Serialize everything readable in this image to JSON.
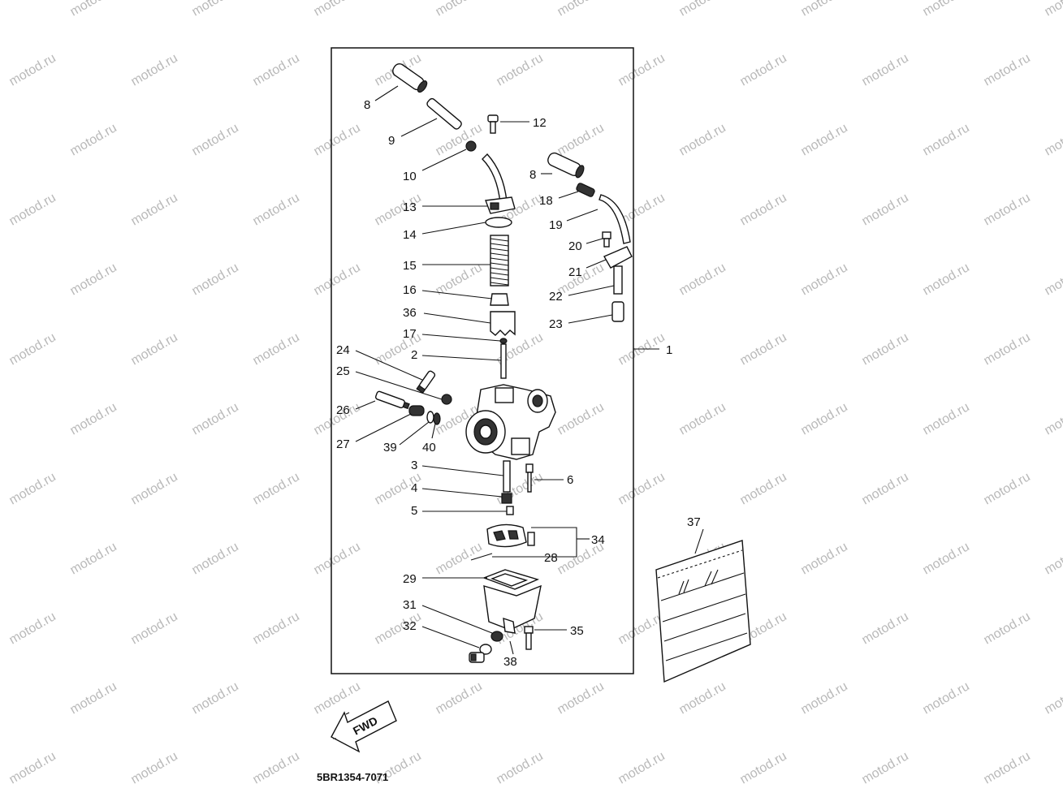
{
  "watermark": "motod.ru",
  "diagram_code": "5BR1354-7071",
  "direction_label": "FWD",
  "assembly_label": "1",
  "callouts": [
    {
      "id": "c8a",
      "label": "8"
    },
    {
      "id": "c9",
      "label": "9"
    },
    {
      "id": "c12",
      "label": "12"
    },
    {
      "id": "c10",
      "label": "10"
    },
    {
      "id": "c8b",
      "label": "8"
    },
    {
      "id": "c13",
      "label": "13"
    },
    {
      "id": "c18",
      "label": "18"
    },
    {
      "id": "c19",
      "label": "19"
    },
    {
      "id": "c14",
      "label": "14"
    },
    {
      "id": "c20",
      "label": "20"
    },
    {
      "id": "c21",
      "label": "21"
    },
    {
      "id": "c15",
      "label": "15"
    },
    {
      "id": "c16",
      "label": "16"
    },
    {
      "id": "c22",
      "label": "22"
    },
    {
      "id": "c36",
      "label": "36"
    },
    {
      "id": "c23",
      "label": "23"
    },
    {
      "id": "c17",
      "label": "17"
    },
    {
      "id": "c24",
      "label": "24"
    },
    {
      "id": "c2",
      "label": "2"
    },
    {
      "id": "c25",
      "label": "25"
    },
    {
      "id": "c26",
      "label": "26"
    },
    {
      "id": "c27",
      "label": "27"
    },
    {
      "id": "c39",
      "label": "39"
    },
    {
      "id": "c40",
      "label": "40"
    },
    {
      "id": "c3",
      "label": "3"
    },
    {
      "id": "c6",
      "label": "6"
    },
    {
      "id": "c4",
      "label": "4"
    },
    {
      "id": "c5",
      "label": "5"
    },
    {
      "id": "c37",
      "label": "37"
    },
    {
      "id": "c34",
      "label": "34"
    },
    {
      "id": "c28",
      "label": "28"
    },
    {
      "id": "c29",
      "label": "29"
    },
    {
      "id": "c31",
      "label": "31"
    },
    {
      "id": "c32",
      "label": "32"
    },
    {
      "id": "c35",
      "label": "35"
    },
    {
      "id": "c38",
      "label": "38"
    }
  ]
}
